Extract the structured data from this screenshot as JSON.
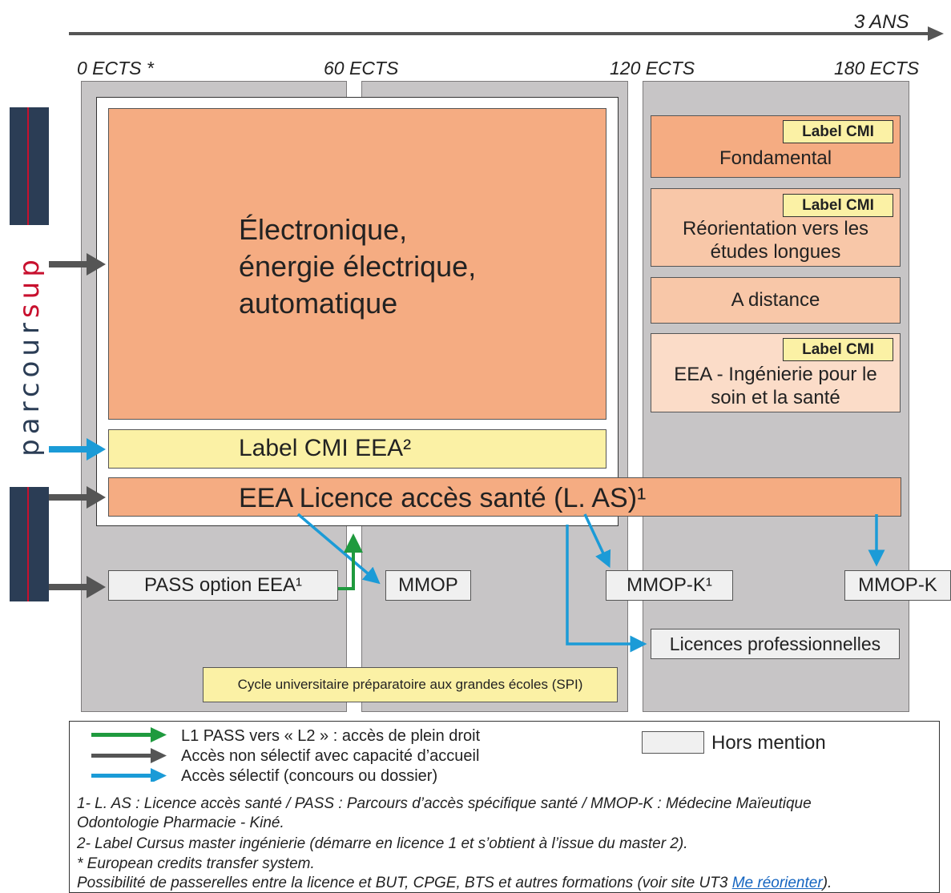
{
  "timeline": {
    "label": "3 ANS"
  },
  "ects": [
    "0 ECTS *",
    "60 ECTS",
    "120 ECTS",
    "180 ECTS"
  ],
  "parcoursup": {
    "letters": [
      "p",
      "a",
      "r",
      "c",
      "o",
      "u",
      "r",
      "s",
      "u",
      "p"
    ]
  },
  "main": {
    "title_lines": [
      "Électronique,",
      "énergie électrique,",
      "automatique"
    ],
    "cmi_eea": "Label CMI EEA²",
    "las": "EEA Licence accès santé (L. AS)¹"
  },
  "right_column": [
    {
      "badge": "Label CMI",
      "text": "Fondamental"
    },
    {
      "badge": "Label CMI",
      "text": "Réorientation vers les études longues"
    },
    {
      "badge": "",
      "text": "A distance"
    },
    {
      "badge": "Label CMI",
      "text": "EEA - Ingénierie pour le soin et la santé"
    }
  ],
  "bottom": {
    "pass": "PASS option EEA¹",
    "mmop": "MMOP",
    "mmopk1": "MMOP-K¹",
    "mmopk": "MMOP-K",
    "lic_pro": "Licences professionnelles",
    "cycle": "Cycle universitaire préparatoire aux grandes écoles (SPI)"
  },
  "legend": {
    "green": "L1 PASS vers « L2 » : accès de plein droit",
    "dark": "Accès non sélectif avec capacité d’accueil",
    "blue": "Accès sélectif (concours ou dossier)",
    "hors": "Hors mention",
    "note1": "1- L. AS : Licence accès santé / PASS : Parcours d’accès spécifique santé / MMOP-K : Médecine Maïeutique",
    "note1b": "Odontologie Pharmacie - Kiné.",
    "note2": "2- Label Cursus master ingénierie (démarre en licence 1 et s’obtient à l’issue du master 2).",
    "note3": "* European credits transfer system.",
    "note4": "Possibilité de passerelles entre la licence et BUT, CPGE, BTS et autres formations (voir site UT3 ",
    "note4_link": "Me réorienter",
    "note4_end": ")."
  },
  "colors": {
    "orange": "#f5ac82",
    "light_orange": "#f8c7a8",
    "lighter_orange": "#fbdcc8",
    "yellow": "#fbf1a5",
    "column_gray": "#c7c5c6",
    "navy": "#2b3d55",
    "red": "#c8102e",
    "blue_arrow": "#1b9bd7",
    "green_arrow": "#1f9a3e",
    "dark_arrow": "#555555"
  }
}
